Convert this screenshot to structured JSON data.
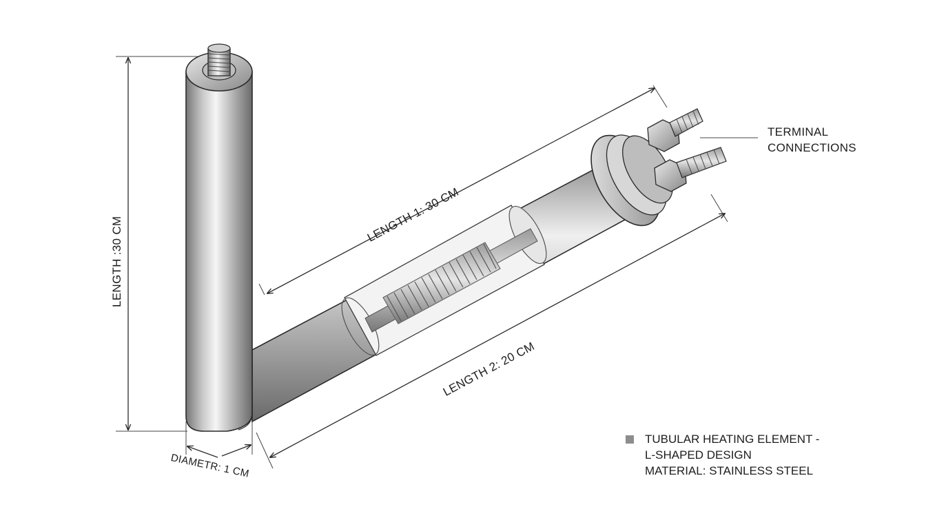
{
  "labels": {
    "length_vertical": "LENGTH :30 CM",
    "length_1": "LENGTH 1: 30 CM",
    "length_2": "LENGTH 2: 20 CM",
    "diameter": "DIAMETR: 1 CM",
    "terminal_line1": "TERMINAL",
    "terminal_line2": "CONNECTIONS"
  },
  "legend": {
    "line1": "TUBULAR HEATING ELEMENT -",
    "line2": "L-SHAPED DESIGN",
    "line3": "MATERIAL: STAINLESS STEEL"
  },
  "colors": {
    "steel_dark": "#6e6e6e",
    "steel_light": "#f2f2f2",
    "outline": "#2b2b2b",
    "legend_swatch": "#8d8d8d"
  }
}
